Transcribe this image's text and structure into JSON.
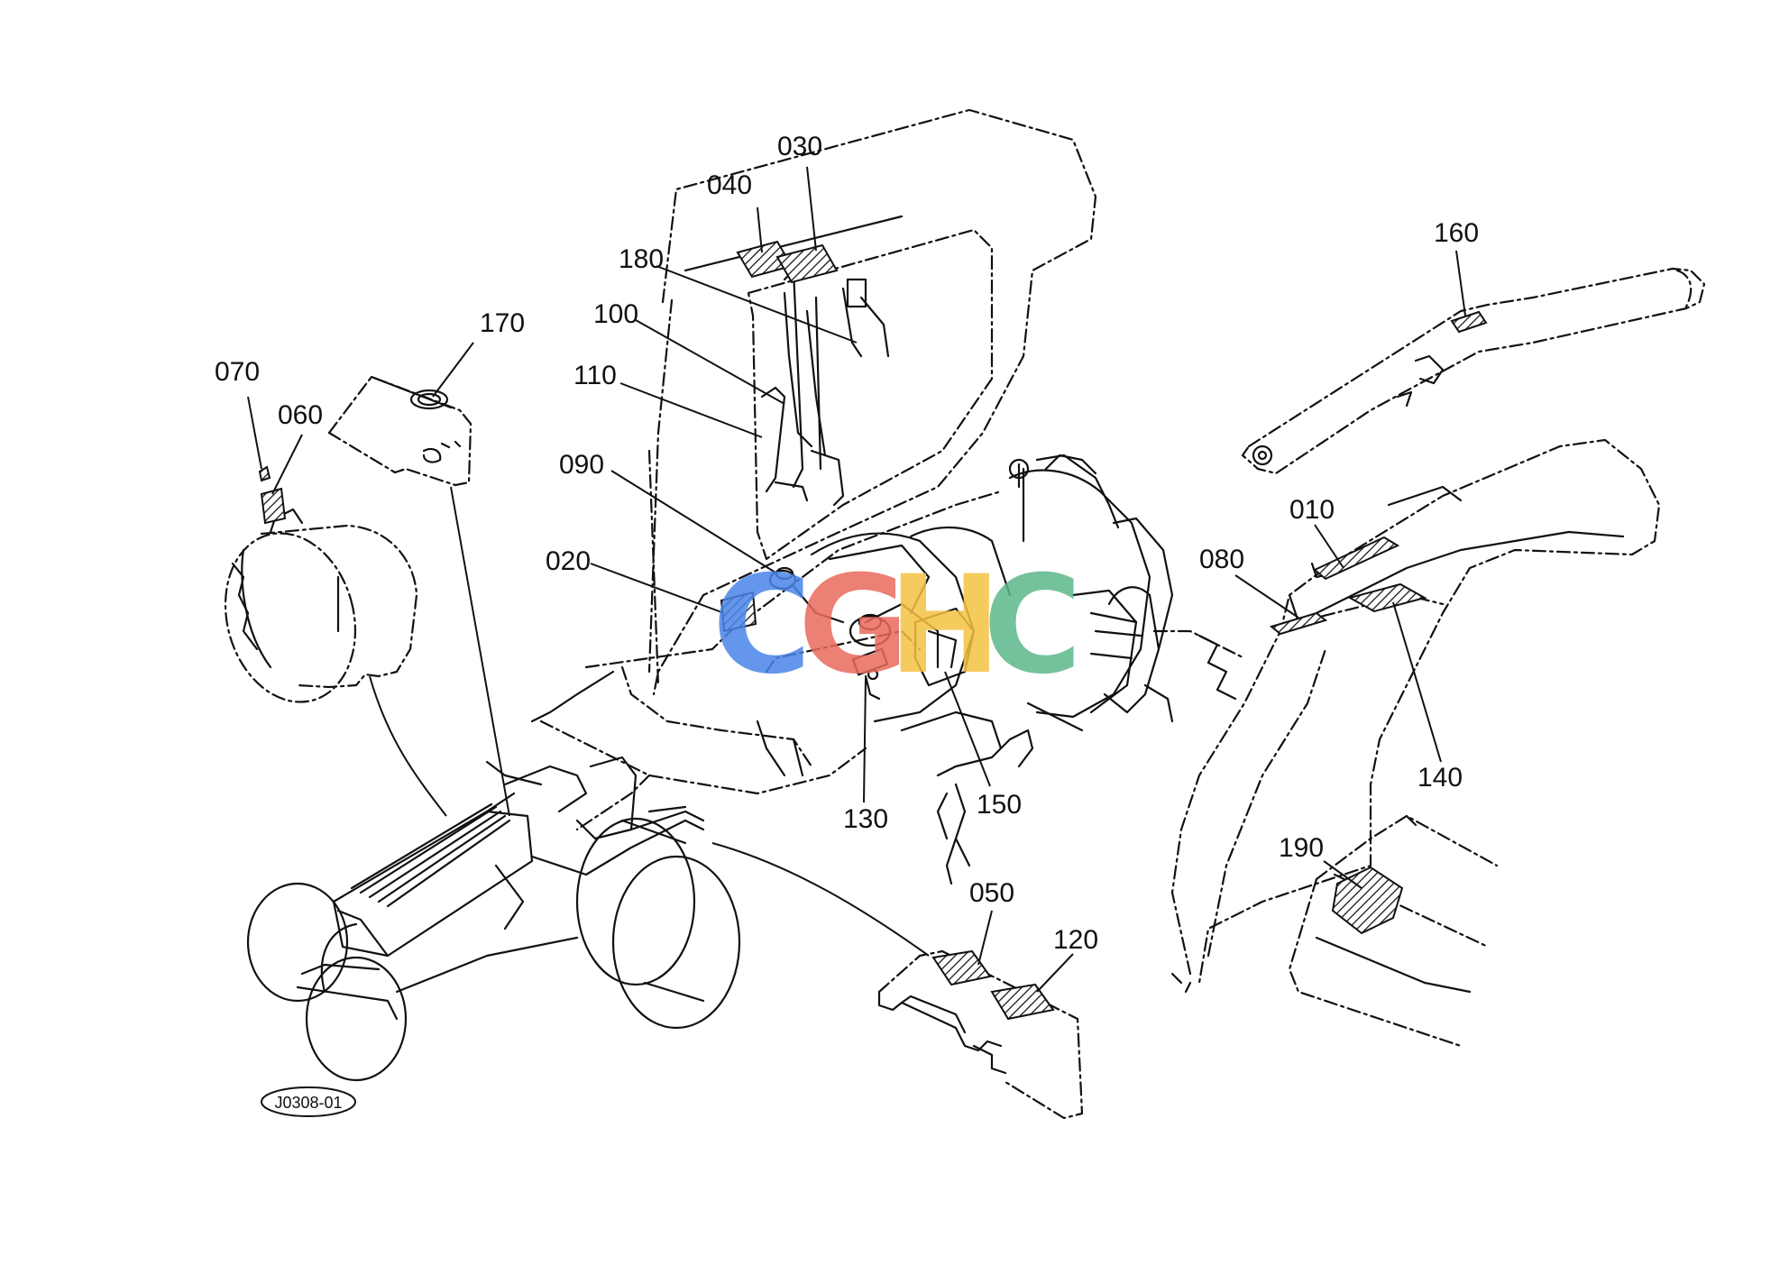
{
  "diagram": {
    "figure_code": "J0308-01",
    "callouts": [
      "030",
      "040",
      "180",
      "100",
      "110",
      "090",
      "020",
      "070",
      "060",
      "170",
      "160",
      "010",
      "080",
      "140",
      "130",
      "150",
      "190",
      "050",
      "120"
    ],
    "watermark": {
      "letters": [
        "C",
        "G",
        "H",
        "C"
      ],
      "colors": [
        "#4a86e8",
        "#ea6a5d",
        "#f5c242",
        "#5cb88a"
      ]
    }
  }
}
